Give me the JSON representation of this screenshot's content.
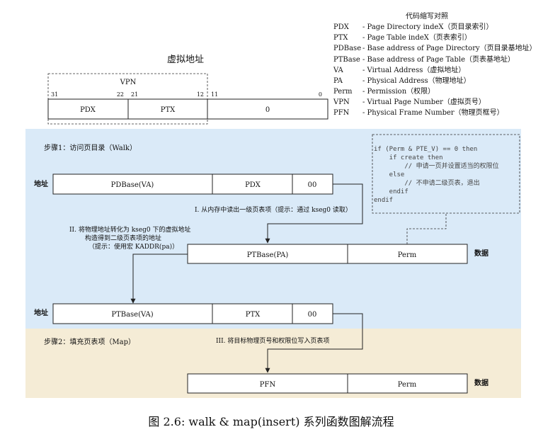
{
  "abbr": {
    "title": "代码缩写对照",
    "rows": [
      {
        "k": "PDX",
        "v": "- Page Directory indeX（页目录索引）"
      },
      {
        "k": "PTX",
        "v": "- Page Table indeX（页表索引）"
      },
      {
        "k": "PDBase",
        "v": "- Base address of Page Directory（页目录基地址）"
      },
      {
        "k": "PTBase",
        "v": "- Base address of Page Table（页表基地址）"
      },
      {
        "k": "VA",
        "v": "- Virtual Address（虚拟地址）"
      },
      {
        "k": "PA",
        "v": "- Physical Address（物理地址）"
      },
      {
        "k": "Perm",
        "v": "- Permission（权限）"
      },
      {
        "k": "VPN",
        "v": "- Virtual Page Number（虚拟页号）"
      },
      {
        "k": "PFN",
        "v": "- Physical Frame Number（物理页框号）"
      }
    ]
  },
  "va": {
    "title": "虚拟地址",
    "vpn": "VPN",
    "bits": [
      "31",
      "22",
      "21",
      "12",
      "11",
      "0"
    ],
    "fields": [
      "PDX",
      "PTX",
      "0"
    ]
  },
  "step1": {
    "title": "步骤1：访问页目录（Walk）",
    "addr_label": "地址",
    "row1": [
      "PDBase(VA)",
      "PDX",
      "00"
    ],
    "note1": "I. 从内存中读出一级页表项（提示：通过 kseg0 读取）",
    "note2": [
      "II. 将物理地址转化为 kseg0 下的虚拟地址",
      "构造得到二级页表项的地址",
      "（提示：使用宏 KADDR(pa)）"
    ],
    "data_label": "数据",
    "row2": [
      "PTBase(PA)",
      "Perm"
    ],
    "code": [
      "if (Perm & PTE_V) == 0 then",
      "    if create then",
      "        // 申请一页并设置适当的权限位",
      "    else",
      "        // 不申请二级页表，退出",
      "    endif",
      "endif"
    ],
    "addr_label2": "地址",
    "row3": [
      "PTBase(VA)",
      "PTX",
      "00"
    ]
  },
  "step2": {
    "title": "步骤2：填充页表项（Map）",
    "note3": "III. 将目标物理页号和权限位写入页表项",
    "data_label": "数据",
    "row4": [
      "PFN",
      "Perm"
    ]
  },
  "caption": "图 2.6: walk & map(insert) 系列函数图解流程",
  "colors": {
    "step1_bg": "#daeaf8",
    "step2_bg": "#f5ecd6"
  }
}
